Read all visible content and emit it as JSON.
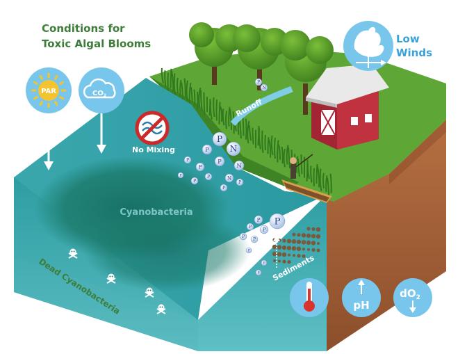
{
  "title": {
    "line1": "Conditions for",
    "line2": "Toxic Algal Blooms"
  },
  "labels": {
    "par": "PAR",
    "co2": "CO",
    "co2_sub": "2",
    "low": "Low",
    "winds": "Winds",
    "no_mixing": "No Mixing",
    "runoff": "Runoff",
    "cyanobacteria": "Cyanobacteria",
    "dead_cyanobacteria": "Dead Cyanobacteria",
    "sediments": "Sediments",
    "ph": "pH",
    "do2": "dO",
    "do2_sub": "2"
  },
  "nutrients": {
    "p": "P",
    "n": "N"
  },
  "colors": {
    "title_green": "#3e7d3a",
    "icon_blue": "#79c6ec",
    "water": "#2e9ea0",
    "grass": "#4f9a2e",
    "soil": "#a9643a",
    "barn_red": "#a32433"
  },
  "icons": [
    "sun-icon",
    "cloud-icon",
    "rooster-weathervane-icon",
    "no-mixing-icon",
    "thermometer-icon",
    "ph-icon",
    "dissolved-oxygen-icon",
    "skull-crossbones-icon",
    "barn-icon",
    "tree-icon",
    "boat-icon"
  ]
}
